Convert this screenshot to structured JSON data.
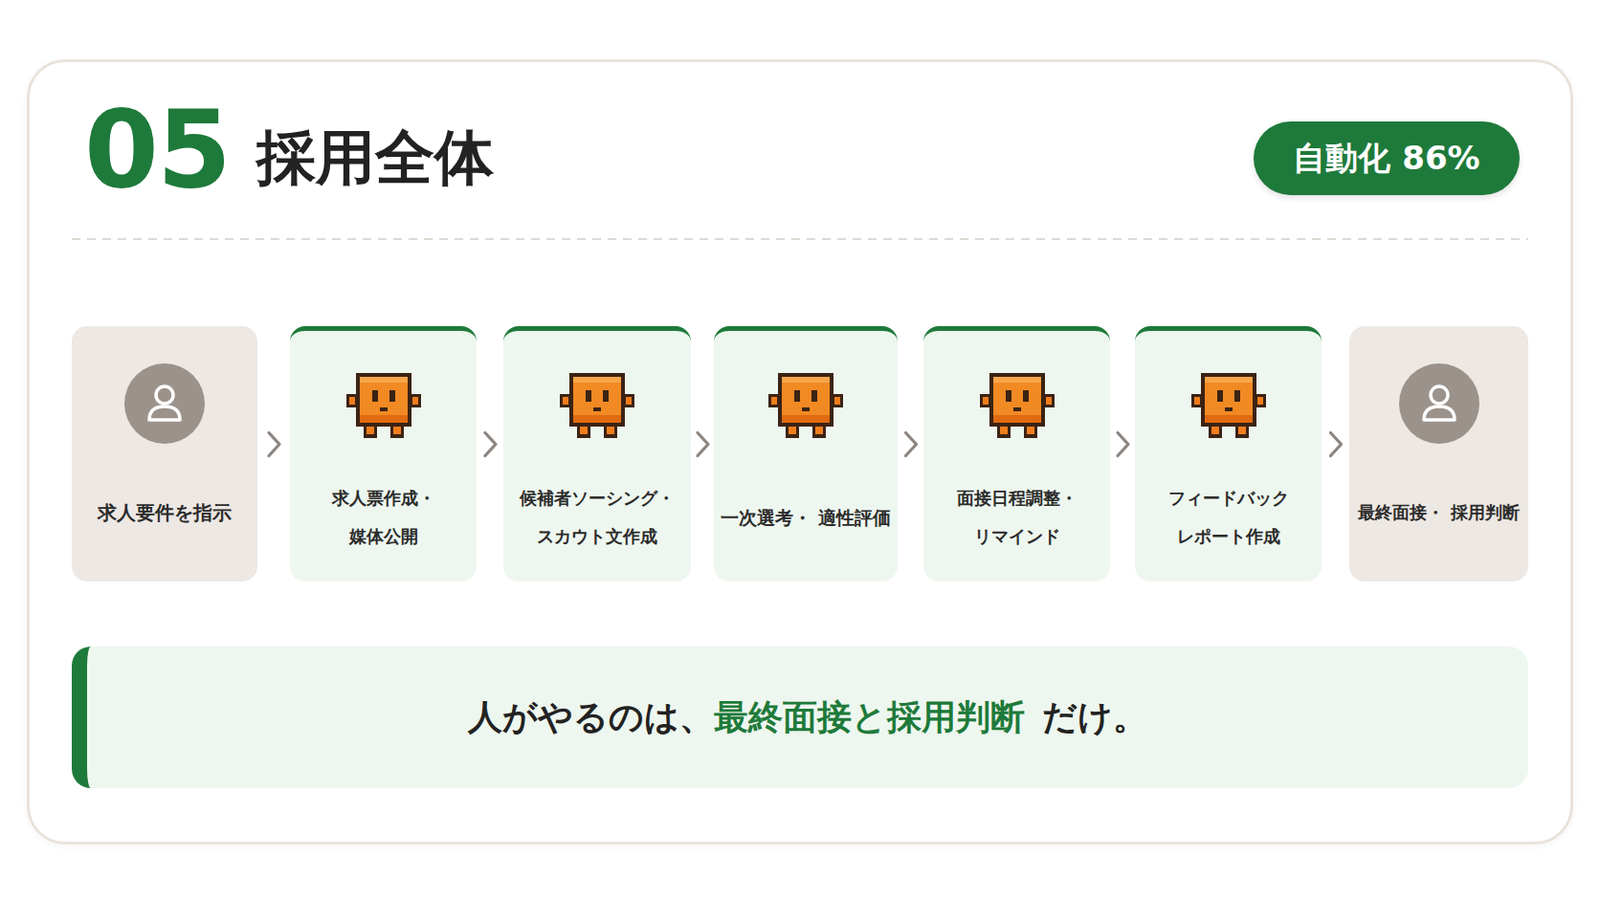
{
  "diagram": {
    "title": "採用全体",
    "nodes": [
      {
        "text": [
          "自動化 86%"
        ]
      },
      {
        "text": [
          "求人要件を指示"
        ]
      },
      {
        "text": [
          "求人票作成・ 媒体公開"
        ]
      },
      {
        "text": [
          "候補者ソーシング・ スカウト文作成"
        ]
      },
      {
        "text": [
          "一次選考・ 適性評価"
        ]
      },
      {
        "text": [
          "面接日程調整・ リマインド"
        ]
      },
      {
        "text": [
          "フィードバック レポート作成"
        ]
      },
      {
        "text": [
          "最終面接・ 採用判断"
        ]
      },
      {
        "text": [
          "人がやるのは、",
          "最終面接と採用判断",
          "だけ。"
        ]
      }
    ],
    "edges": [
      {
        "from": 1,
        "to": 2,
        "arrow": "to"
      },
      {
        "from": 2,
        "to": 3,
        "arrow": "to"
      },
      {
        "from": 3,
        "to": 4,
        "arrow": "to"
      },
      {
        "from": 4,
        "to": 5,
        "arrow": "to"
      },
      {
        "from": 5,
        "to": 6,
        "arrow": "to"
      },
      {
        "from": 6,
        "to": 7,
        "arrow": "to"
      }
    ],
    "labels": [
      "05"
    ]
  }
}
